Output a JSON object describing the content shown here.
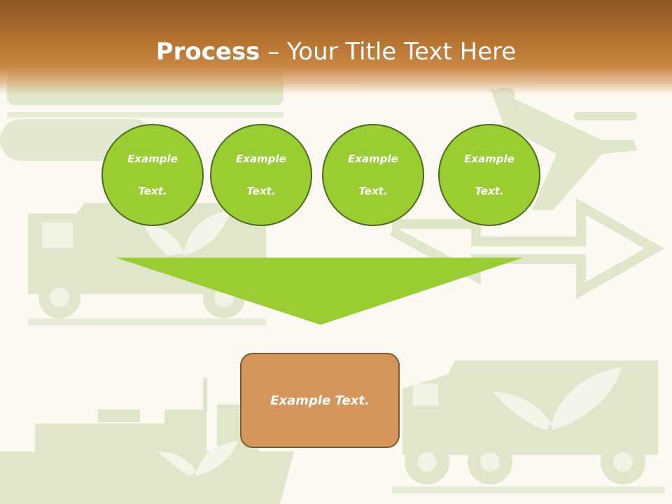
{
  "slide": {
    "title_bold": "Process",
    "title_rest": " – Your Title Text Here"
  },
  "steps": [
    {
      "line1": "Example",
      "line2": "Text."
    },
    {
      "line1": "Example",
      "line2": "Text."
    },
    {
      "line1": "Example",
      "line2": "Text."
    },
    {
      "line1": "Example",
      "line2": "Text."
    }
  ],
  "result": {
    "label": "Example Text."
  },
  "colors": {
    "title_band": "#b4702f",
    "circle_fill": "#9acd32",
    "circle_border": "#4c6b1d",
    "funnel_fill": "#9acd32",
    "result_fill": "#d4955a",
    "result_border": "#7c5a33",
    "background_art": "#dfe6c9"
  },
  "background_icons": [
    "train-icon",
    "airplane-icon",
    "truck-icon",
    "leaf-icon",
    "arrow-right-icon",
    "cargo-ship-icon",
    "delivery-truck-icon"
  ]
}
